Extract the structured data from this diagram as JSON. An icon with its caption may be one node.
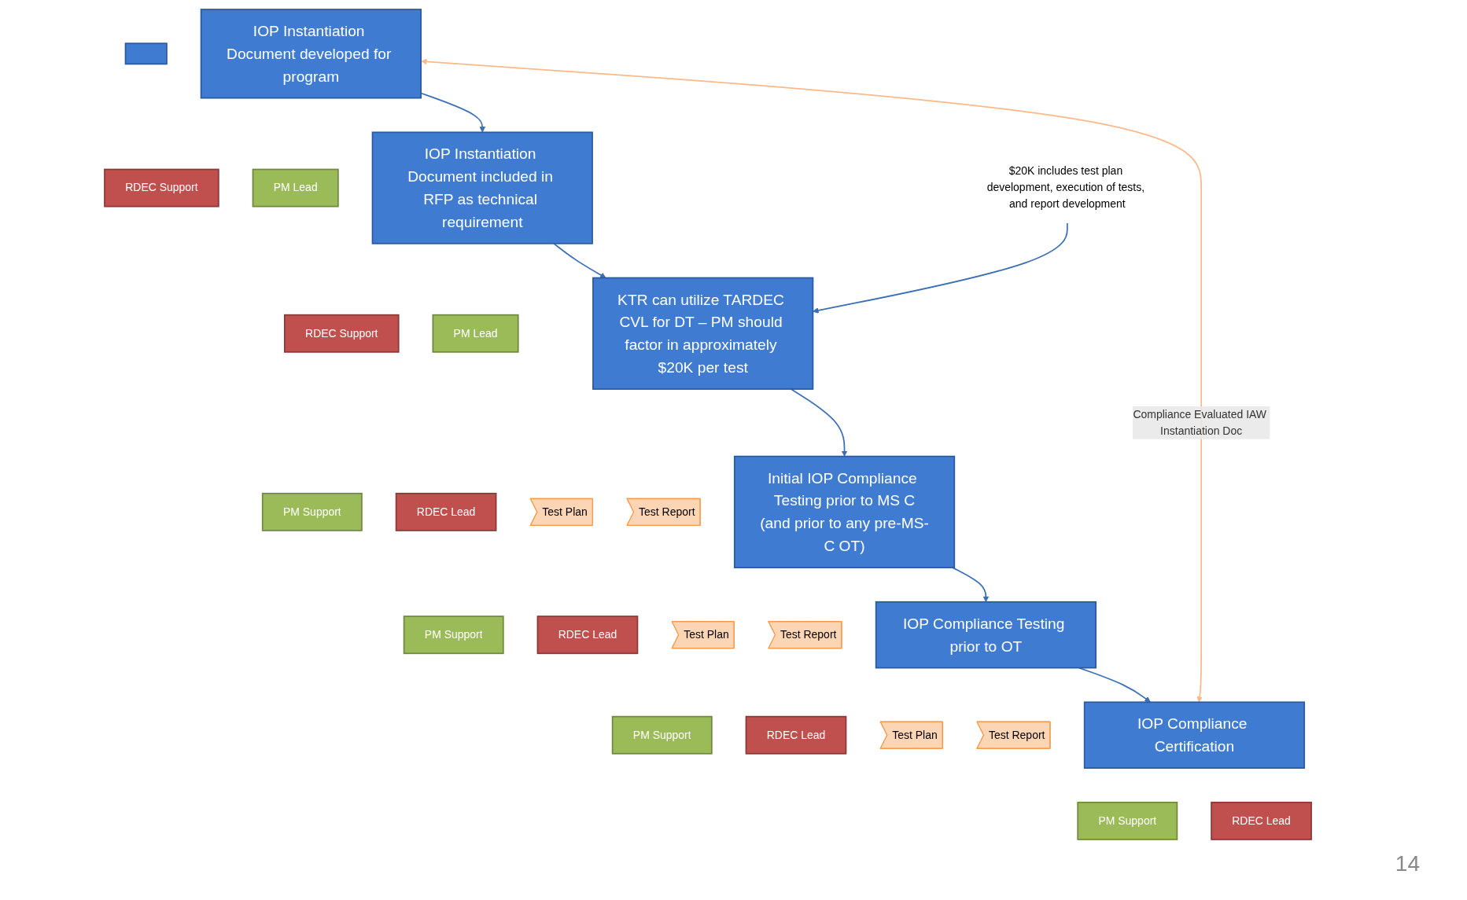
{
  "diagram": {
    "nodes": [
      {
        "text": [],
        "shape": "box"
      },
      {
        "text": [
          "IOP Instantiation Document developed for program"
        ]
      },
      {
        "text": [
          "PM Lead"
        ]
      },
      {
        "text": [
          "RDEC Support"
        ]
      },
      {
        "text": [
          "IOP Compliance Certification"
        ]
      },
      {
        "text": [
          "RDEC Lead"
        ]
      },
      {
        "text": [
          "PM Support"
        ]
      },
      {
        "text": [
          "IOP Instantiation Document included in RFP as technical requirement"
        ]
      },
      {
        "text": [
          "PM Lead"
        ]
      },
      {
        "text": [
          "RDEC Support"
        ]
      },
      {
        "text": [
          "Test Report"
        ]
      },
      {
        "text": [
          "IOP Compliance Testing prior to OT"
        ]
      },
      {
        "text": [
          "Test Plan"
        ]
      },
      {
        "text": [
          "RDEC Lead"
        ]
      },
      {
        "text": [
          "PM Support"
        ]
      },
      {
        "text": [
          "Test Report"
        ]
      },
      {
        "text": [
          "KTR can utilize TARDEC CVL for DT – PM should factor in approximately $20K per test"
        ]
      },
      {
        "text": [
          "Test Report"
        ]
      },
      {
        "text": [
          "Initial IOP Compliance Testing prior to MS C",
          "(and prior to any pre-MS-C OT)"
        ]
      },
      {
        "text": [
          "Test Plan"
        ]
      },
      {
        "text": [
          "RDEC Lead"
        ]
      },
      {
        "text": [
          "Test Plan"
        ]
      },
      {
        "text": [
          "RDEC Lead"
        ]
      },
      {
        "text": [
          "PM Support"
        ]
      },
      {
        "text": [
          "PM Support"
        ]
      },
      {
        "text": [
          "$20K includes test plan development, execution of tests, and report development"
        ]
      }
    ],
    "edges": [
      {
        "from": 1,
        "to": 4,
        "arrow": "both",
        "label": "Compliance Evaluated IAW Instantiation Doc",
        "color": "#f9b98a"
      },
      {
        "from": 1,
        "to": 7,
        "arrow": "to"
      },
      {
        "from": 7,
        "to": 16,
        "arrow": "to"
      },
      {
        "from": 16,
        "to": 18,
        "arrow": "to"
      },
      {
        "from": 18,
        "to": 11,
        "arrow": "to"
      },
      {
        "from": 11,
        "to": 4,
        "arrow": "to"
      },
      {
        "from": 25,
        "to": 16,
        "arrow": "to"
      }
    ],
    "labels": [
      "14"
    ]
  }
}
